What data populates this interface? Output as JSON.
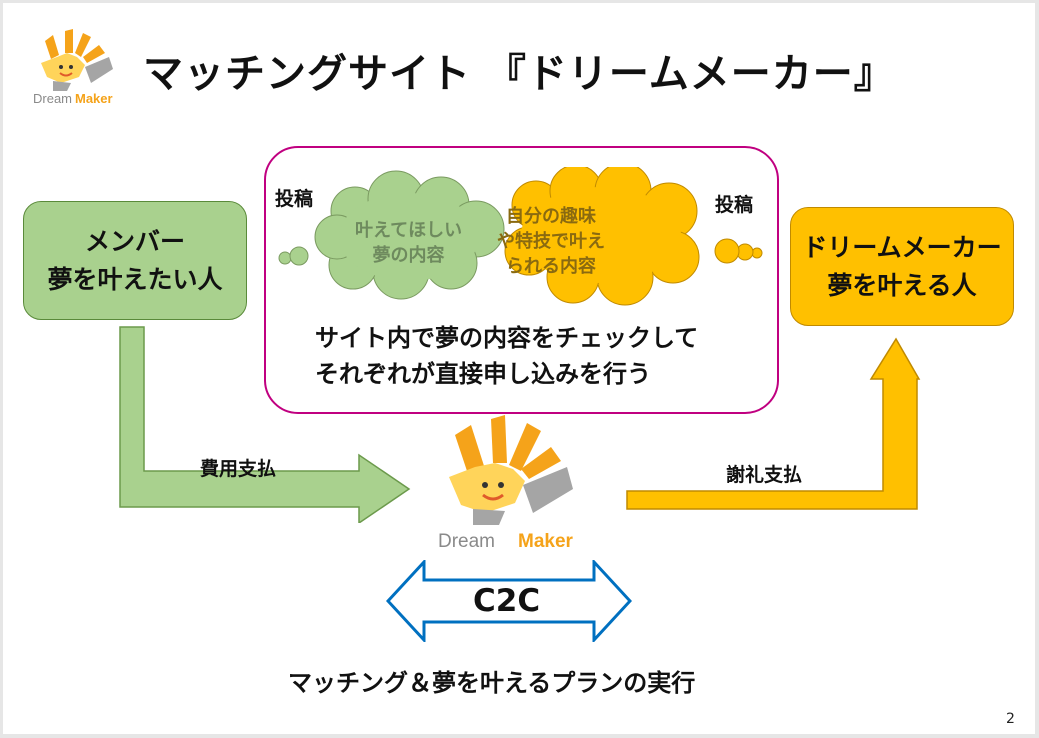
{
  "title": "マッチングサイト 『ドリームメーカー』",
  "logo": {
    "brand_dream": "Dream",
    "brand_maker": "Maker"
  },
  "member_box": {
    "line1": "メンバー",
    "line2": "夢を叶えたい人"
  },
  "dreammaker_box": {
    "line1": "ドリームメーカー",
    "line2": "夢を叶える人"
  },
  "center": {
    "post_left": "投稿",
    "post_right": "投稿",
    "cloud_green": {
      "line1": "叶えてほしい",
      "line2": "夢の内容"
    },
    "cloud_yellow": {
      "line1": "自分の趣味",
      "line2": "や特技で叶え",
      "line3": "られる内容"
    },
    "text_line1": "サイト内で夢の内容をチェックして",
    "text_line2": "それぞれが直接申し込みを行う"
  },
  "payment_left": "費用支払",
  "payment_right": "謝礼支払",
  "c2c_label": "C2C",
  "bottom_text": "マッチング＆夢を叶えるプランの実行",
  "page_number": "2",
  "colors": {
    "green": "#a9d18e",
    "yellow": "#ffc000",
    "magenta": "#c00080",
    "blue": "#0070c0",
    "grey": "#a5a5a5"
  }
}
